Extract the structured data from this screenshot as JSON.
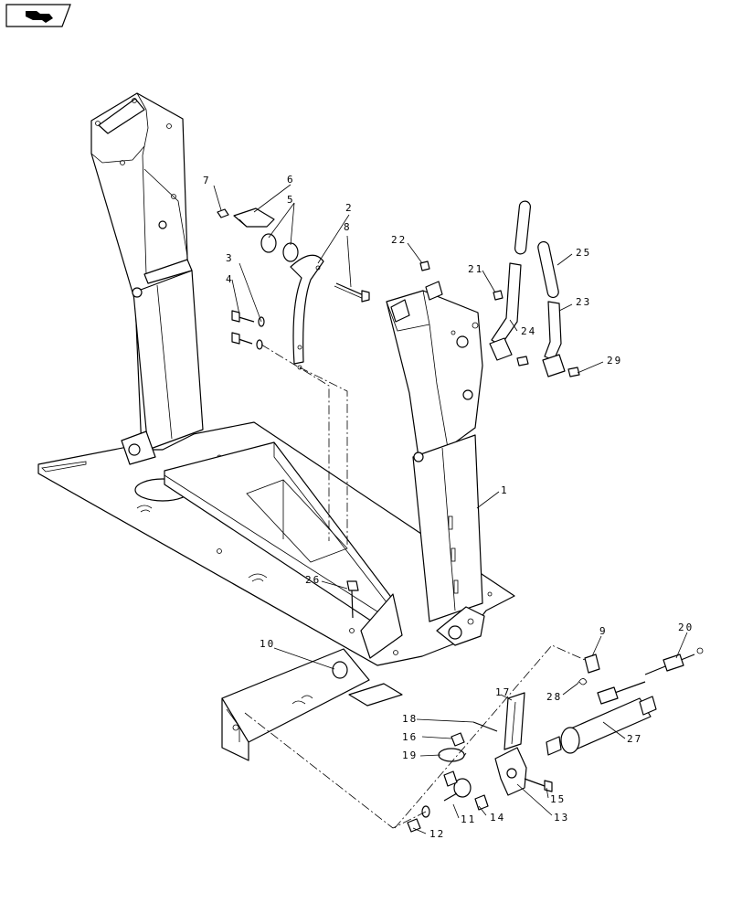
{
  "nav_icon": "page-turn-icon",
  "callouts": [
    {
      "id": "c1",
      "label": "1"
    },
    {
      "id": "c2",
      "label": "2"
    },
    {
      "id": "c3",
      "label": "3"
    },
    {
      "id": "c4",
      "label": "4"
    },
    {
      "id": "c5",
      "label": "5"
    },
    {
      "id": "c6",
      "label": "6"
    },
    {
      "id": "c7",
      "label": "7"
    },
    {
      "id": "c8",
      "label": "8"
    },
    {
      "id": "c9",
      "label": "9"
    },
    {
      "id": "c10",
      "label": "10"
    },
    {
      "id": "c11",
      "label": "11"
    },
    {
      "id": "c12",
      "label": "12"
    },
    {
      "id": "c13",
      "label": "13"
    },
    {
      "id": "c14",
      "label": "14"
    },
    {
      "id": "c15",
      "label": "15"
    },
    {
      "id": "c16",
      "label": "16"
    },
    {
      "id": "c17",
      "label": "17"
    },
    {
      "id": "c18",
      "label": "18"
    },
    {
      "id": "c19",
      "label": "19"
    },
    {
      "id": "c20",
      "label": "20"
    },
    {
      "id": "c21",
      "label": "21"
    },
    {
      "id": "c22",
      "label": "22"
    },
    {
      "id": "c23",
      "label": "23"
    },
    {
      "id": "c24",
      "label": "24"
    },
    {
      "id": "c25",
      "label": "25"
    },
    {
      "id": "c26",
      "label": "26"
    },
    {
      "id": "c27",
      "label": "27"
    },
    {
      "id": "c28",
      "label": "28"
    },
    {
      "id": "c29",
      "label": "29"
    }
  ]
}
